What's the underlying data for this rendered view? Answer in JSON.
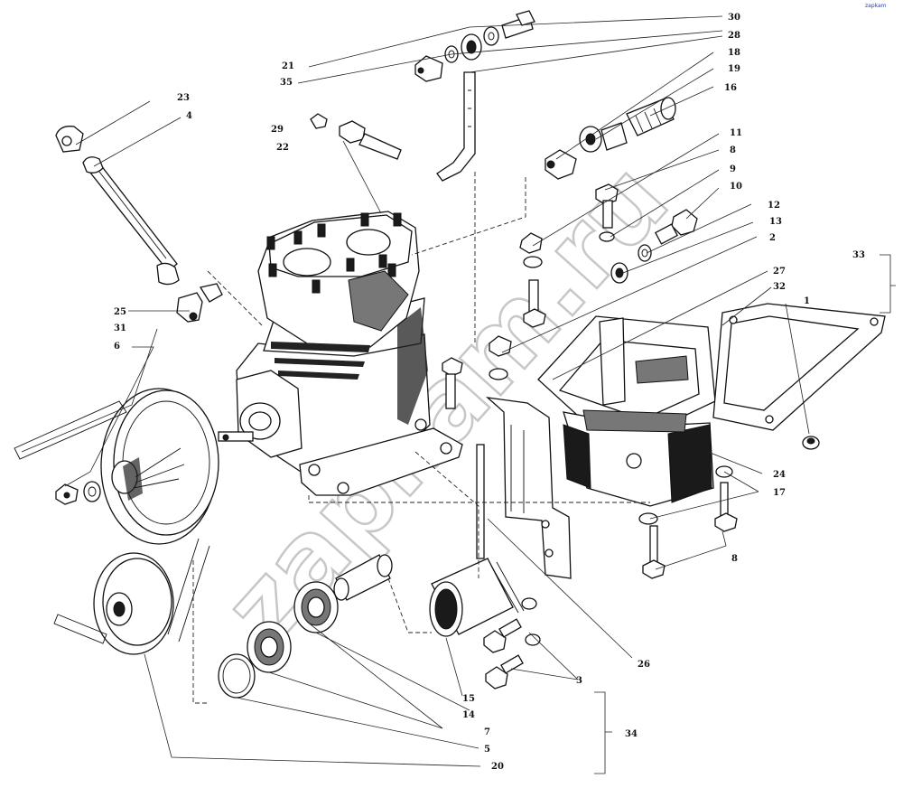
{
  "watermark": "zapkam.ru",
  "corner_mark": "zapkam",
  "callouts": {
    "c1": "1",
    "c2": "2",
    "c3": "3",
    "c4": "4",
    "c5": "5",
    "c6": "6",
    "c7": "7",
    "c8a": "8",
    "c8b": "8",
    "c9": "9",
    "c10": "10",
    "c11": "11",
    "c12": "12",
    "c13": "13",
    "c14": "14",
    "c15": "15",
    "c16": "16",
    "c17": "17",
    "c18": "18",
    "c19": "19",
    "c20": "20",
    "c21": "21",
    "c22": "22",
    "c23": "23",
    "c24": "24",
    "c25": "25",
    "c26": "26",
    "c27": "27",
    "c28": "28",
    "c29": "29",
    "c30": "30",
    "c31": "31",
    "c32": "32",
    "c33": "33",
    "c34": "34",
    "c35": "35"
  }
}
